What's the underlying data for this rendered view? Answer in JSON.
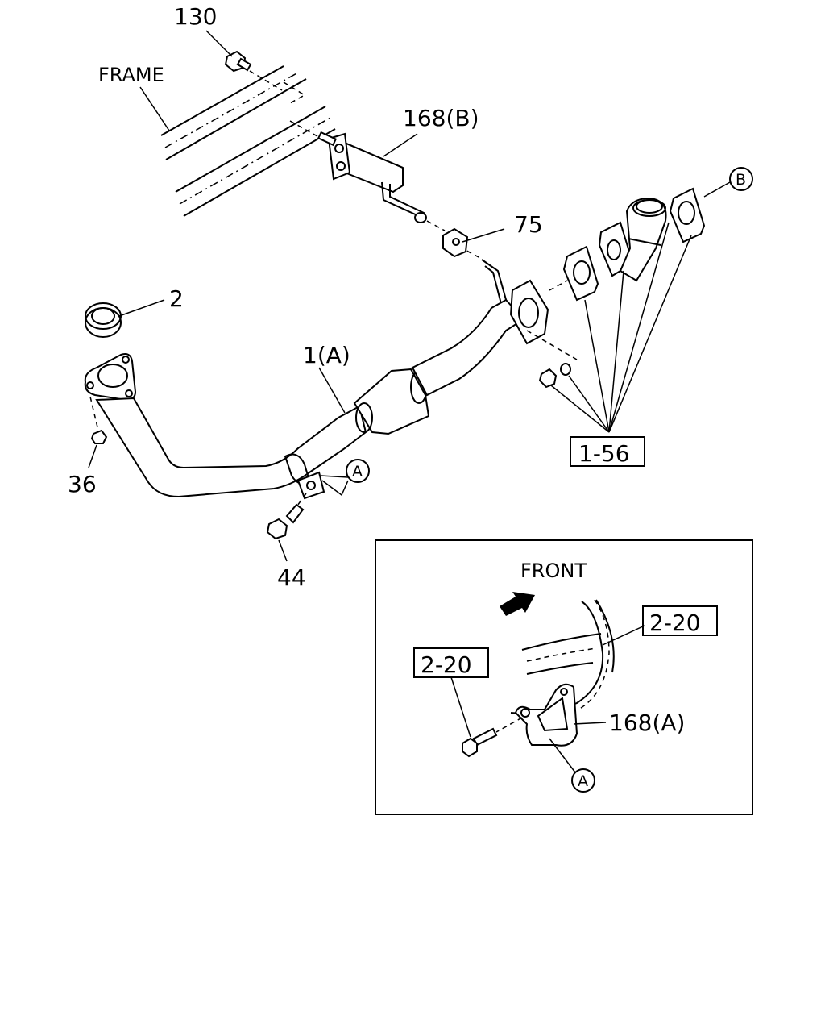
{
  "labels": {
    "frame": "FRAME",
    "p130": "130",
    "p168b": "168(B)",
    "p75": "75",
    "circle_b": "B",
    "p2": "2",
    "p1a": "1(A)",
    "circle_a": "A",
    "p36": "36",
    "p44": "44",
    "ref_1_56": "1-56"
  },
  "inset": {
    "front": "FRONT",
    "ref_2_20_right": "2-20",
    "ref_2_20_left": "2-20",
    "p168a": "168(A)",
    "circle_a": "A"
  }
}
